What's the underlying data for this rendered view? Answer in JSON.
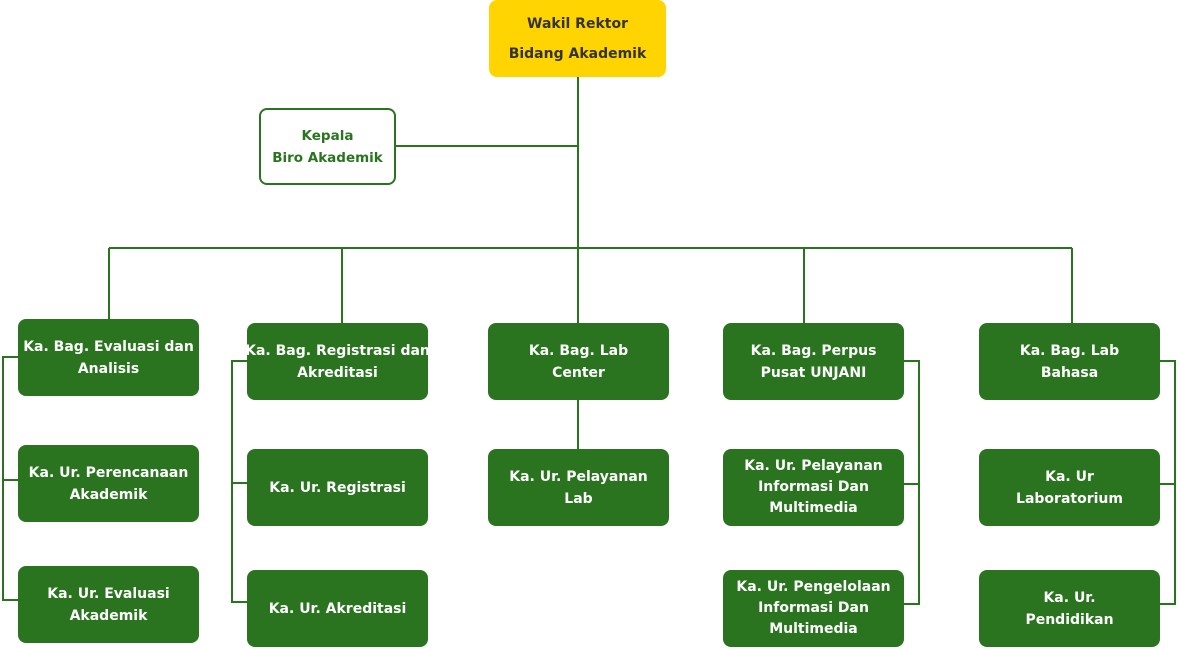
{
  "top": {
    "line1": "Wakil Rektor",
    "line2": "Bidang Akademik"
  },
  "biro": {
    "line1": "Kepala",
    "line2": "Biro Akademik"
  },
  "departments": [
    {
      "lines": [
        "Ka. Bag. Evaluasi dan",
        "Analisis"
      ],
      "units": [
        {
          "lines": [
            "Ka. Ur. Perencanaan",
            "Akademik"
          ]
        },
        {
          "lines": [
            "Ka. Ur. Evaluasi",
            "Akademik"
          ]
        }
      ]
    },
    {
      "lines": [
        "Ka. Bag. Registrasi dan",
        "Akreditasi"
      ],
      "units": [
        {
          "lines": [
            "Ka. Ur. Registrasi"
          ]
        },
        {
          "lines": [
            "Ka. Ur. Akreditasi"
          ]
        }
      ]
    },
    {
      "lines": [
        "Ka. Bag. Lab",
        "Center"
      ],
      "units": [
        {
          "lines": [
            "Ka. Ur. Pelayanan",
            "Lab"
          ]
        }
      ]
    },
    {
      "lines": [
        "Ka. Bag. Perpus",
        "Pusat UNJANI"
      ],
      "units": [
        {
          "lines": [
            "Ka. Ur. Pelayanan",
            "Informasi Dan",
            "Multimedia"
          ]
        },
        {
          "lines": [
            "Ka. Ur. Pengelolaan",
            "Informasi Dan",
            "Multimedia"
          ]
        }
      ]
    },
    {
      "lines": [
        "Ka. Bag. Lab",
        "Bahasa"
      ],
      "units": [
        {
          "lines": [
            "Ka. Ur",
            "Laboratorium"
          ]
        },
        {
          "lines": [
            "Ka. Ur.",
            "Pendidikan"
          ]
        }
      ]
    }
  ],
  "colors": {
    "green": "#2a7420",
    "yellow": "#ffd400",
    "line": "#2a7420"
  }
}
